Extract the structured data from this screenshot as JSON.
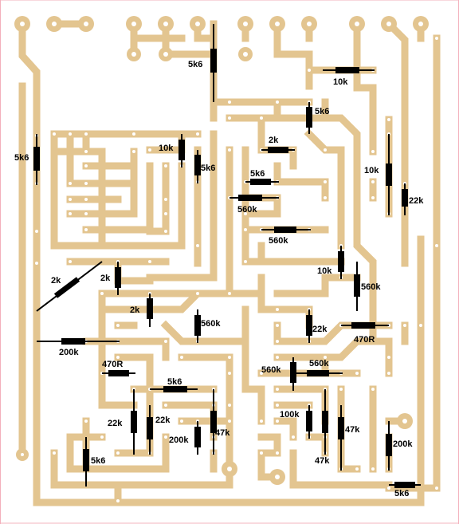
{
  "colors": {
    "background": "#ffffff",
    "trace": "#e3c590",
    "pad_hole": "#ffffff",
    "component": "#000000",
    "border_tick": "#e8546a"
  },
  "labels": {
    "r_5k6_top": "5k6",
    "r_10k_top": "10k",
    "r_5k6_mid": "5k6",
    "r_5k6_left": "5k6",
    "r_10k_a": "10k",
    "r_5k6_b": "5k6",
    "r_2k_top": "2k",
    "r_5k6_c": "5k6",
    "r_560k_a": "560k",
    "r_560k_b": "560k",
    "r_10k_right": "10k",
    "r_22k_right": "22k",
    "r_2k_left": "2k",
    "r_2k_mid": "2k",
    "r_10k_mid": "10k",
    "r_560k_c": "560k",
    "r_2k_low": "2k",
    "r_560k_d": "560k",
    "r_22k_mid": "22k",
    "r_470r_right": "470R",
    "r_200k_left": "200k",
    "r_470r_left": "470R",
    "r_560k_e": "560k",
    "r_560k_f": "560k",
    "r_5k6_low": "5k6",
    "r_100k": "100k",
    "r_22k_a": "22k",
    "r_22k_b": "22k",
    "r_47k_a": "47k",
    "r_47k_b": "47k",
    "r_47k_c": "47k",
    "r_200k_low": "200k",
    "r_200k_right": "200k",
    "r_5k6_bottom_left": "5k6",
    "r_5k6_bottom_right": "5k6"
  }
}
